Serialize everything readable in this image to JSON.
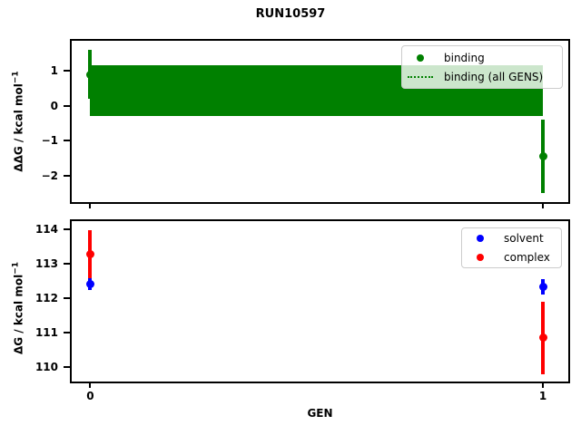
{
  "title": "RUN10597",
  "chart_data": [
    {
      "id": "binding-plot",
      "type": "scatter",
      "title": "RUN10597",
      "xlabel": "",
      "ylabel": "ΔΔG / kcal mol⁻¹",
      "ylabel_main": "ΔΔG / kcal mol",
      "ylabel_sup": "−1",
      "xlim": [
        -0.041,
        1.056
      ],
      "ylim": [
        -2.76,
        1.87
      ],
      "yticks": [
        1,
        0,
        -1,
        -2
      ],
      "xticks": [
        0,
        1
      ],
      "xtick_labels_visible": false,
      "grid": false,
      "legend_position": "upper right",
      "series": [
        {
          "name": "binding",
          "type": "errorbar-scatter",
          "color": "#008000",
          "x": [
            0,
            1
          ],
          "y": [
            0.9,
            -1.45
          ],
          "yerr": [
            0.7,
            1.05
          ]
        },
        {
          "name": "binding (all GENS)",
          "type": "hline-band",
          "color": "#008000",
          "line_style": "dotted",
          "mean": 0.45,
          "band_low": -0.28,
          "band_high": 1.18,
          "x_range": [
            0,
            1
          ]
        }
      ]
    },
    {
      "id": "dg-plot",
      "type": "scatter",
      "title": "",
      "xlabel": "GEN",
      "ylabel": "ΔG / kcal mol⁻¹",
      "ylabel_main": "ΔG / kcal mol",
      "ylabel_sup": "−1",
      "xlim": [
        -0.041,
        1.056
      ],
      "ylim": [
        109.57,
        114.24
      ],
      "yticks": [
        114,
        113,
        112,
        111,
        110
      ],
      "xticks": [
        0,
        1
      ],
      "xtick_labels_visible": true,
      "grid": false,
      "legend_position": "upper right",
      "series": [
        {
          "name": "solvent",
          "type": "errorbar-scatter",
          "color": "#0000ff",
          "x": [
            0,
            1
          ],
          "y": [
            112.4,
            112.32
          ],
          "yerr": [
            0.17,
            0.22
          ]
        },
        {
          "name": "complex",
          "type": "errorbar-scatter",
          "color": "#ff0000",
          "x": [
            0,
            1
          ],
          "y": [
            113.28,
            110.84
          ],
          "yerr": [
            0.7,
            1.05
          ]
        }
      ]
    }
  ]
}
